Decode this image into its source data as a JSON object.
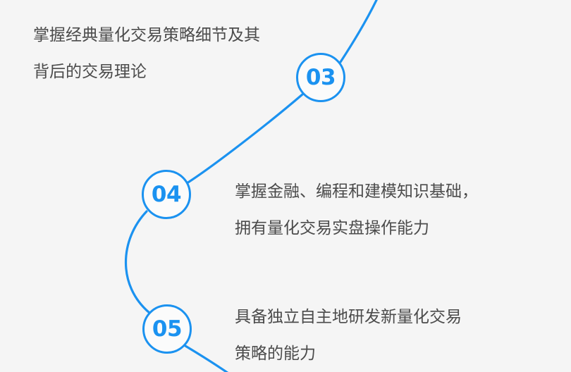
{
  "theme": {
    "background_color": "#f5f5f5",
    "accent_color": "#1b92f0",
    "text_color": "#4b4b4b",
    "node_fill_color": "#fbfbfb"
  },
  "timeline": {
    "title": "",
    "steps": [
      {
        "number": "03",
        "lines": [
          "掌握经典量化交易策略细节及其",
          "背后的交易理论"
        ]
      },
      {
        "number": "04",
        "lines": [
          "掌握金融、编程和建模知识基础，",
          "拥有量化交易实盘操作能力"
        ]
      },
      {
        "number": "05",
        "lines": [
          "具备独立自主地研发新量化交易",
          "策略的能力"
        ]
      }
    ]
  }
}
